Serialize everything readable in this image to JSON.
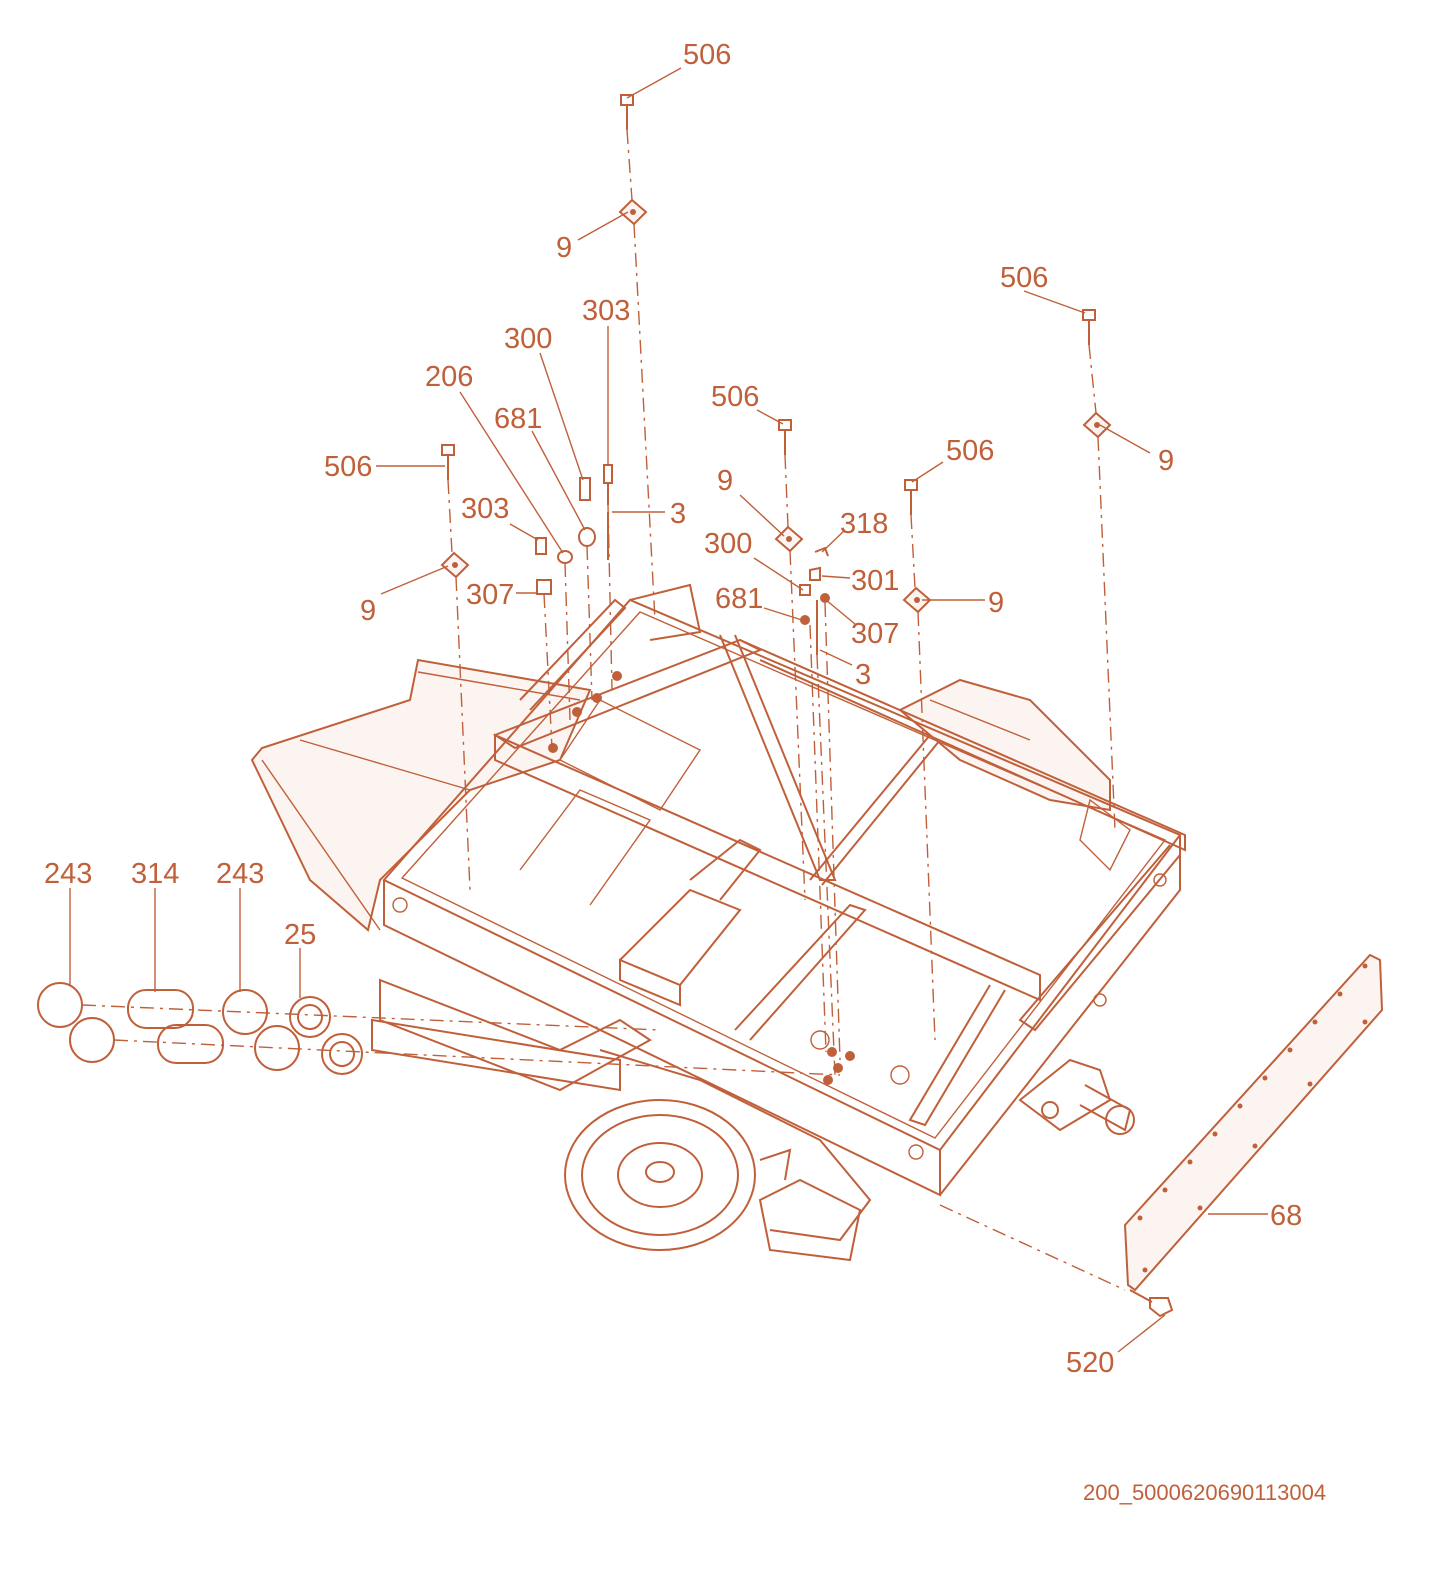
{
  "diagram": {
    "accent_color": "#c0603a",
    "drawing_code": "200_5000620690113004",
    "callouts": [
      {
        "id": "c-506-a",
        "text": "506"
      },
      {
        "id": "c-9-a",
        "text": "9"
      },
      {
        "id": "c-506-b",
        "text": "506"
      },
      {
        "id": "c-9-b",
        "text": "9"
      },
      {
        "id": "c-303-a",
        "text": "303"
      },
      {
        "id": "c-300-a",
        "text": "300"
      },
      {
        "id": "c-206",
        "text": "206"
      },
      {
        "id": "c-681-a",
        "text": "681"
      },
      {
        "id": "c-506-c",
        "text": "506"
      },
      {
        "id": "c-506-d",
        "text": "506"
      },
      {
        "id": "c-3-a",
        "text": "3"
      },
      {
        "id": "c-303-b",
        "text": "303"
      },
      {
        "id": "c-9-c",
        "text": "9"
      },
      {
        "id": "c-318",
        "text": "318"
      },
      {
        "id": "c-506-e",
        "text": "506"
      },
      {
        "id": "c-300-b",
        "text": "300"
      },
      {
        "id": "c-301",
        "text": "301"
      },
      {
        "id": "c-9-d",
        "text": "9"
      },
      {
        "id": "c-307-a",
        "text": "307"
      },
      {
        "id": "c-681-b",
        "text": "681"
      },
      {
        "id": "c-9-e",
        "text": "9"
      },
      {
        "id": "c-307-b",
        "text": "307"
      },
      {
        "id": "c-3-b",
        "text": "3"
      },
      {
        "id": "c-243-a",
        "text": "243"
      },
      {
        "id": "c-314",
        "text": "314"
      },
      {
        "id": "c-243-b",
        "text": "243"
      },
      {
        "id": "c-25",
        "text": "25"
      },
      {
        "id": "c-68",
        "text": "68"
      },
      {
        "id": "c-520",
        "text": "520"
      }
    ]
  }
}
